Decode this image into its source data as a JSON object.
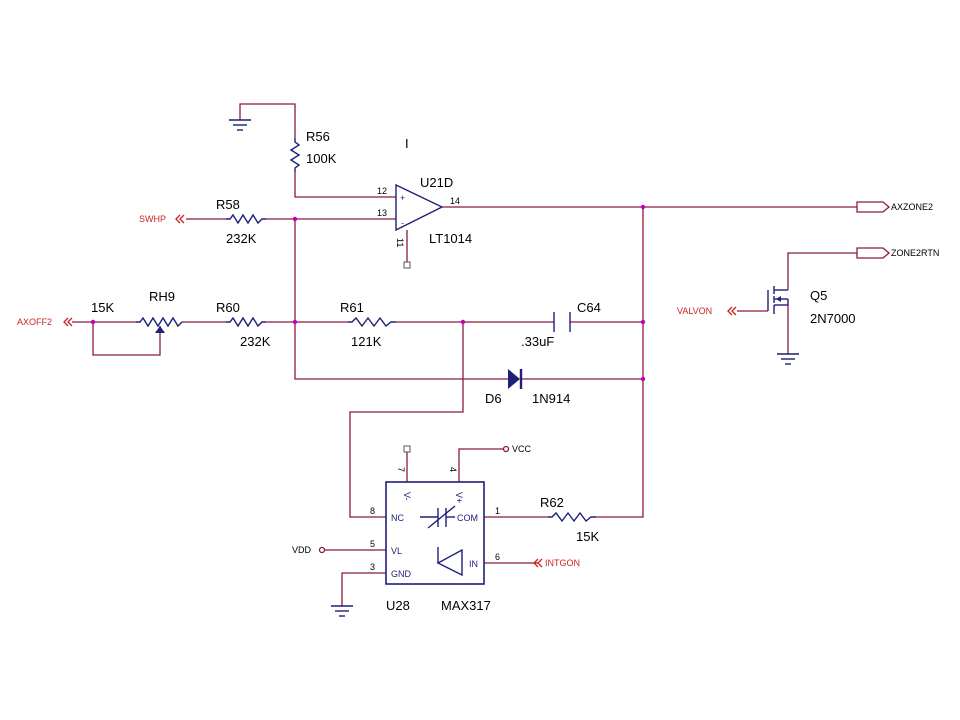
{
  "refs": {
    "r56": "R56",
    "r58": "R58",
    "rh9": "RH9",
    "r60": "R60",
    "r61": "R61",
    "c64": "C64",
    "d6": "D6",
    "r62": "R62",
    "u21d": "U21D",
    "q5": "Q5",
    "u28": "U28"
  },
  "values": {
    "r56": "100K",
    "r58": "232K",
    "rh9": "15K",
    "r60": "232K",
    "r61": "121K",
    "c64": ".33uF",
    "d6": "1N914",
    "r62": "15K",
    "u21d": "LT1014",
    "q5": "2N7000",
    "u28": "MAX317"
  },
  "nets": {
    "swhp": "SWHP",
    "axoff2": "AXOFF2",
    "axzone2": "AXZONE2",
    "zone2rtn": "ZONE2RTN",
    "valvon": "VALVON",
    "vcc": "VCC",
    "vdd": "VDD",
    "intgon": "INTGON"
  },
  "pins": {
    "u21_p12": "12",
    "u21_p13": "13",
    "u21_p14": "14",
    "u21_p11": "11",
    "u28_p7": "7",
    "u28_p4": "4",
    "u28_p8": "8",
    "u28_p1": "1",
    "u28_p5": "5",
    "u28_p6": "6",
    "u28_p3": "3"
  },
  "pin_names": {
    "plus": "+",
    "minus": "-",
    "vminus": "V-",
    "vplus": "V+",
    "nc": "NC",
    "com": "COM",
    "vl": "VL",
    "gnd": "GND",
    "in": "IN"
  },
  "marker": "I",
  "colors": {
    "wire": "#8b1a3c",
    "component": "#1f1f7a",
    "net_label": "#cc2222",
    "node": "#c000c0"
  }
}
